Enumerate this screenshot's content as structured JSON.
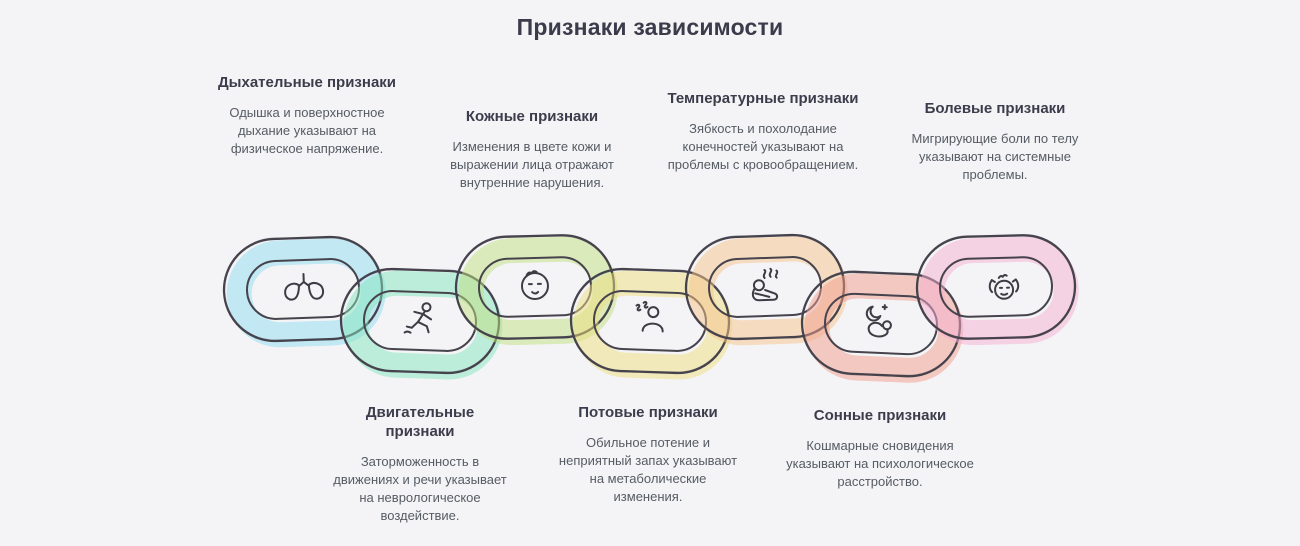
{
  "title": "Признаки зависимости",
  "background": "#f4f4f6",
  "items": [
    {
      "title": "Дыхательные признаки",
      "description": "Одышка и поверхностное дыхание указывают на физическое напряжение.",
      "color": "#8edcf0",
      "icon": "lungs-icon",
      "position": "top"
    },
    {
      "title": "Двигательные признаки",
      "description": "Заторможенность в движениях и речи указывает на неврологическое воздействие.",
      "color": "#84e6bd",
      "icon": "runner-icon",
      "position": "bottom"
    },
    {
      "title": "Кожные признаки",
      "description": "Изменения в цвете кожи и выражении лица отражают внутренние нарушения.",
      "color": "#bfe07e",
      "icon": "face-icon",
      "position": "top"
    },
    {
      "title": "Потовые признаки",
      "description": "Обильное потение и неприятный запах указывают на метаболические изменения.",
      "color": "#eedd7d",
      "icon": "sweat-icon",
      "position": "bottom"
    },
    {
      "title": "Температурные признаки",
      "description": "Зябкость и похолодание конечностей указывают на проблемы с кровообращением.",
      "color": "#f6c38b",
      "icon": "chills-icon",
      "position": "top"
    },
    {
      "title": "Сонные признаки",
      "description": "Кошмарные сновидения указывают на психологическое расстройство.",
      "color": "#f09c8b",
      "icon": "sleep-icon",
      "position": "bottom"
    },
    {
      "title": "Болевые признаки",
      "description": "Мигрирующие боли по телу указывают на системные проблемы.",
      "color": "#f6aed2",
      "icon": "pain-icon",
      "position": "top"
    }
  ]
}
